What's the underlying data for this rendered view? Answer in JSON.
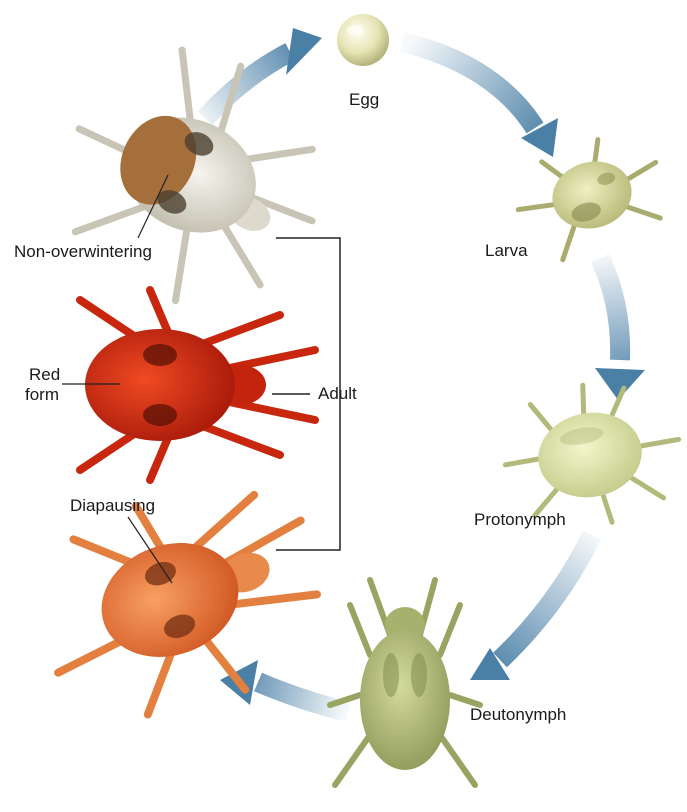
{
  "stages": {
    "egg": "Egg",
    "larva": "Larva",
    "protonymph": "Protonymph",
    "deutonymph": "Deutonymph",
    "adult": "Adult"
  },
  "adult_forms": {
    "non_overwintering": "Non-overwintering",
    "red_form_line1": "Red",
    "red_form_line2": "form",
    "diapausing": "Diapausing"
  },
  "colors": {
    "arrow": "#4a7fa6",
    "egg": "#ecebc2",
    "larva": "#d9dba0",
    "protonymph": "#dfe5a8",
    "deutonymph": "#b9c383",
    "adult_non_overwintering": "#e3e0d6",
    "adult_red": "#d42c10",
    "adult_diapausing": "#ef7c3a"
  }
}
